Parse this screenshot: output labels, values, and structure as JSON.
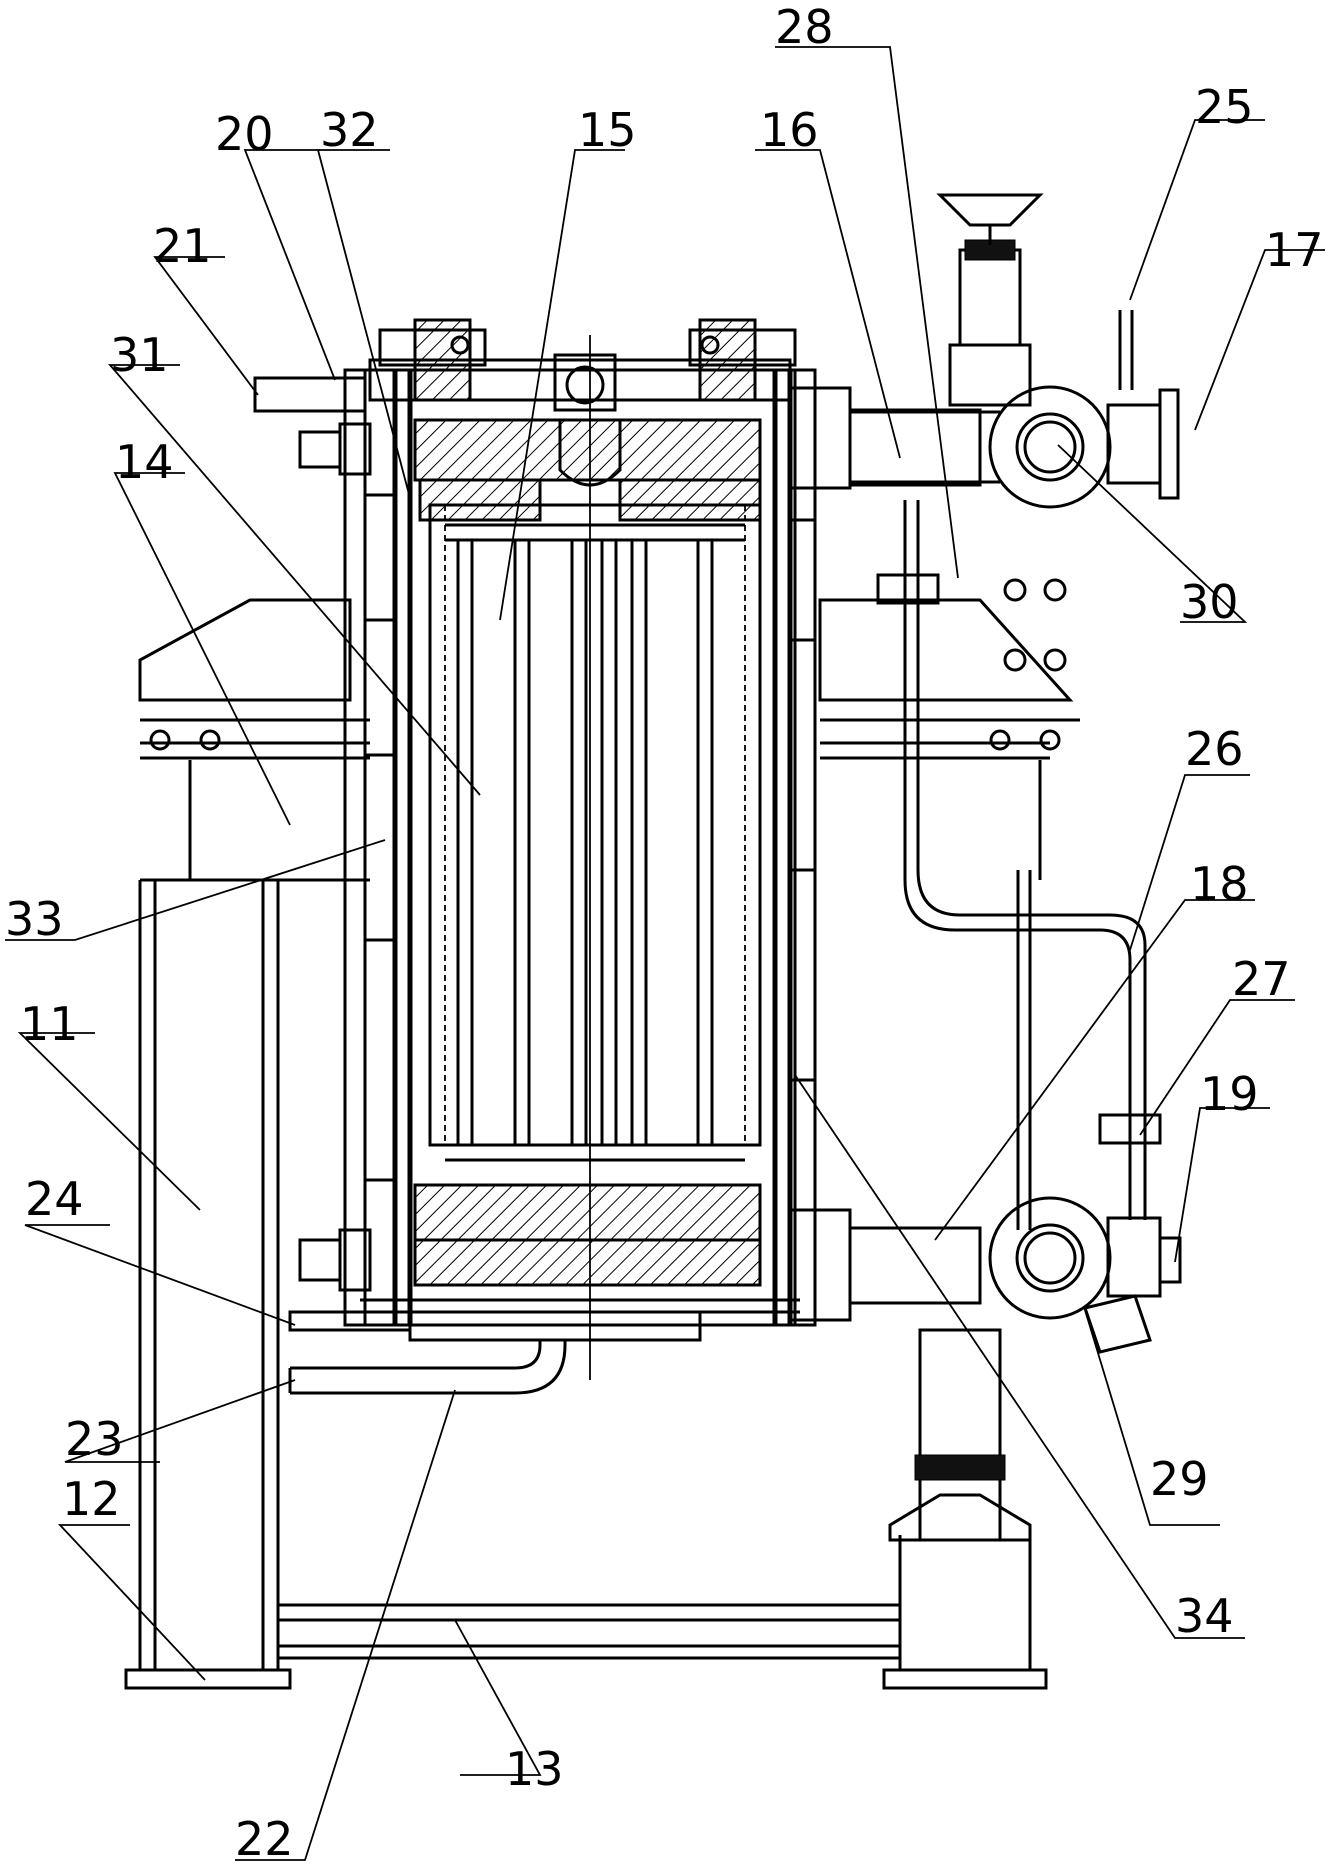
{
  "labels": [
    {
      "id": "lbl-11",
      "text": "11"
    },
    {
      "id": "lbl-12",
      "text": "12"
    },
    {
      "id": "lbl-13",
      "text": "13"
    },
    {
      "id": "lbl-14",
      "text": "14"
    },
    {
      "id": "lbl-15",
      "text": "15"
    },
    {
      "id": "lbl-16",
      "text": "16"
    },
    {
      "id": "lbl-17",
      "text": "17"
    },
    {
      "id": "lbl-18",
      "text": "18"
    },
    {
      "id": "lbl-19",
      "text": "19"
    },
    {
      "id": "lbl-20",
      "text": "20"
    },
    {
      "id": "lbl-21",
      "text": "21"
    },
    {
      "id": "lbl-22",
      "text": "22"
    },
    {
      "id": "lbl-23",
      "text": "23"
    },
    {
      "id": "lbl-24",
      "text": "24"
    },
    {
      "id": "lbl-25",
      "text": "25"
    },
    {
      "id": "lbl-26",
      "text": "26"
    },
    {
      "id": "lbl-27",
      "text": "27"
    },
    {
      "id": "lbl-28",
      "text": "28"
    },
    {
      "id": "lbl-29",
      "text": "29"
    },
    {
      "id": "lbl-30",
      "text": "30"
    },
    {
      "id": "lbl-31",
      "text": "31"
    },
    {
      "id": "lbl-32",
      "text": "32"
    },
    {
      "id": "lbl-33",
      "text": "33"
    },
    {
      "id": "lbl-34",
      "text": "34"
    }
  ]
}
